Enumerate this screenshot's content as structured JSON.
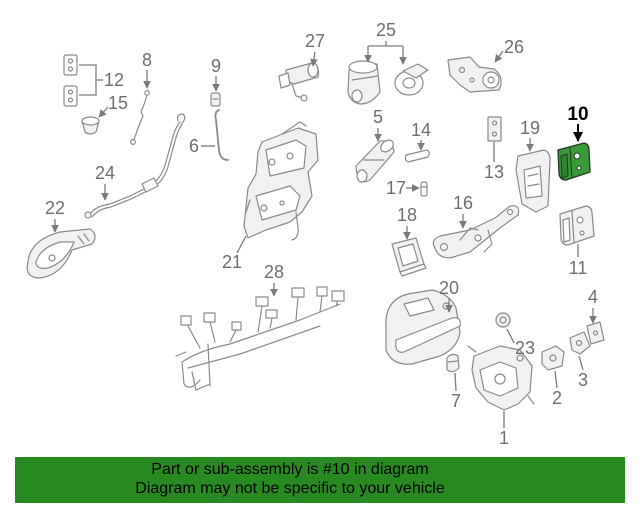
{
  "diagram": {
    "callouts": [
      {
        "label": "1"
      },
      {
        "label": "2"
      },
      {
        "label": "3"
      },
      {
        "label": "4"
      },
      {
        "label": "5"
      },
      {
        "label": "6"
      },
      {
        "label": "7"
      },
      {
        "label": "8"
      },
      {
        "label": "9"
      },
      {
        "label": "10",
        "highlighted": true
      },
      {
        "label": "11"
      },
      {
        "label": "12"
      },
      {
        "label": "13"
      },
      {
        "label": "14"
      },
      {
        "label": "15"
      },
      {
        "label": "16"
      },
      {
        "label": "17"
      },
      {
        "label": "18"
      },
      {
        "label": "19"
      },
      {
        "label": "20"
      },
      {
        "label": "21"
      },
      {
        "label": "22"
      },
      {
        "label": "23"
      },
      {
        "label": "24"
      },
      {
        "label": "25"
      },
      {
        "label": "26"
      },
      {
        "label": "27"
      },
      {
        "label": "28"
      }
    ]
  },
  "banner": {
    "line1": "Part or sub-assembly is #10 in diagram",
    "line2": "Diagram may not be specific to your vehicle"
  },
  "colors": {
    "banner_background": "#2a8a22",
    "highlight_fill": "#3a9a3a",
    "line_art": "#8a8a8a",
    "callout_text": "#6e6e6e"
  }
}
